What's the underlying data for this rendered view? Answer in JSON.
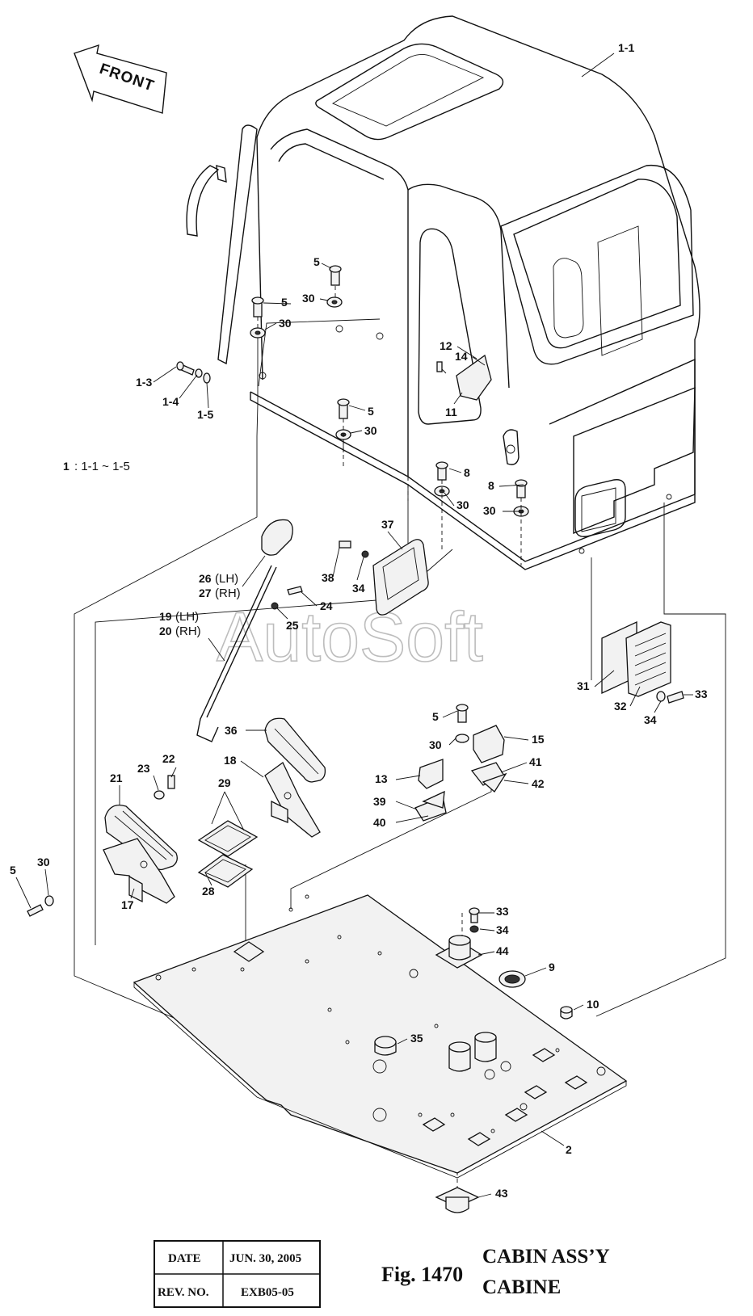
{
  "direction_label": "FRONT",
  "watermark": "AutoSoft",
  "assembly_note": {
    "number": "1",
    "range": ": 1-1 ~ 1-5"
  },
  "callouts": {
    "c1_1": "1-1",
    "c1_3": "1-3",
    "c1_4": "1-4",
    "c1_5": "1-5",
    "c5a": "5",
    "c5b": "5",
    "c5c": "5",
    "c5d": "5",
    "c5e": "5",
    "c30a": "30",
    "c30b": "30",
    "c30c": "30",
    "c30d": "30",
    "c30e": "30",
    "c30f": "30",
    "c8a": "8",
    "c8b": "8",
    "c12": "12",
    "c14": "14",
    "c11": "11",
    "c37": "37",
    "c38": "38",
    "c34a": "34",
    "c34b": "34",
    "c34c": "34",
    "c26": "26",
    "c26s": "(LH)",
    "c27": "27",
    "c27s": "(RH)",
    "c24": "24",
    "c25": "25",
    "c19": "19",
    "c19s": "(LH)",
    "c20": "20",
    "c20s": "(RH)",
    "c31": "31",
    "c32": "32",
    "c33a": "33",
    "c33b": "33",
    "c36": "36",
    "c18": "18",
    "c22": "22",
    "c23": "23",
    "c21": "21",
    "c29": "29",
    "c28": "28",
    "c17": "17",
    "c15": "15",
    "c13": "13",
    "c41": "41",
    "c42": "42",
    "c39": "39",
    "c40": "40",
    "c44": "44",
    "c9": "9",
    "c10": "10",
    "c35": "35",
    "c2": "2",
    "c43": "43"
  },
  "title_block": {
    "date_label": "DATE",
    "date_value": "JUN. 30, 2005",
    "rev_label": "REV. NO.",
    "rev_value": "EXB05-05"
  },
  "figure": {
    "number": "Fig. 1470",
    "title_en": "CABIN ASS’Y",
    "title_fr": "CABINE"
  }
}
